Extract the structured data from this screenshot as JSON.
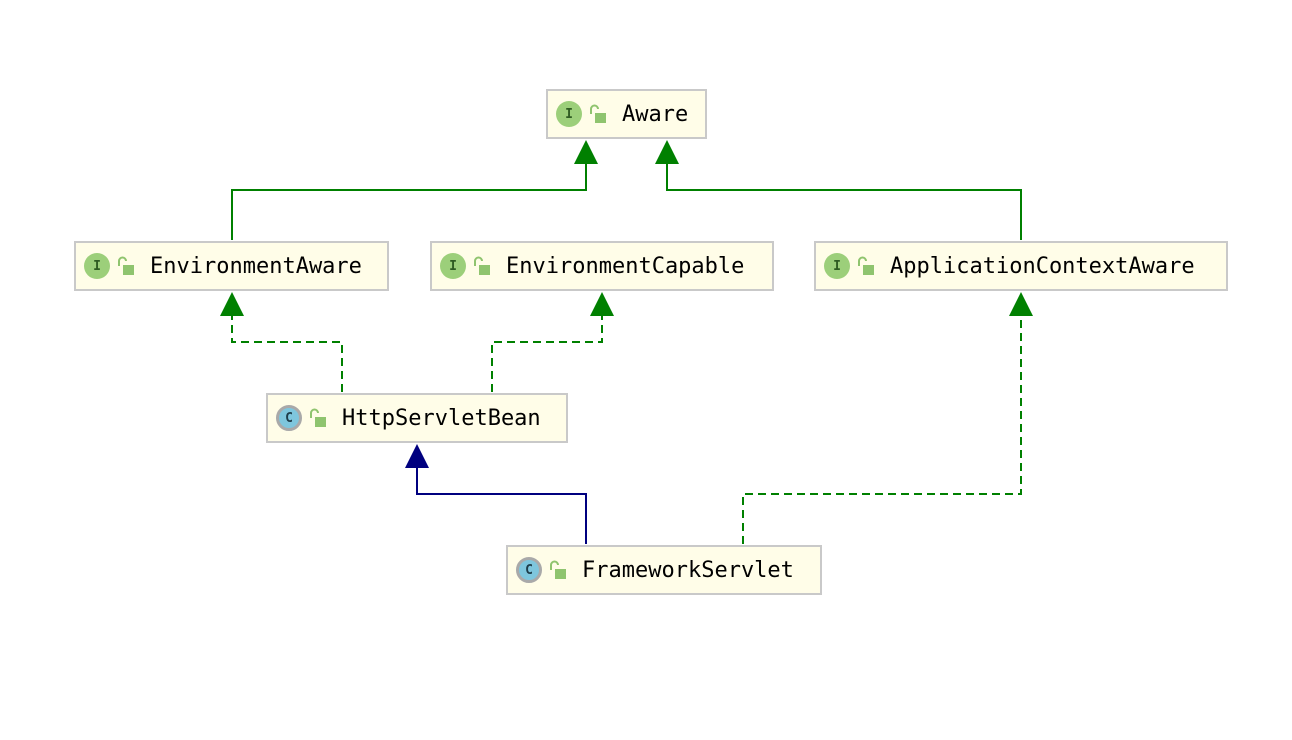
{
  "colors": {
    "interface_edge": "#008000",
    "class_edge": "#00007f",
    "node_fill": "#fffde8",
    "node_border": "#c9c9c9",
    "interface_badge": "#9ccf7a",
    "class_badge": "#7ec6dd"
  },
  "nodes": {
    "aware": {
      "name": "Aware",
      "kind": "I",
      "icon": "unlocked-padlock-icon"
    },
    "environment_aware": {
      "name": "EnvironmentAware",
      "kind": "I",
      "icon": "unlocked-padlock-icon"
    },
    "environment_capable": {
      "name": "EnvironmentCapable",
      "kind": "I",
      "icon": "unlocked-padlock-icon"
    },
    "application_context_aware": {
      "name": "ApplicationContextAware",
      "kind": "I",
      "icon": "unlocked-padlock-icon"
    },
    "http_servlet_bean": {
      "name": "HttpServletBean",
      "kind": "C",
      "icon": "unlocked-padlock-icon"
    },
    "framework_servlet": {
      "name": "FrameworkServlet",
      "kind": "C",
      "icon": "unlocked-padlock-icon"
    }
  }
}
